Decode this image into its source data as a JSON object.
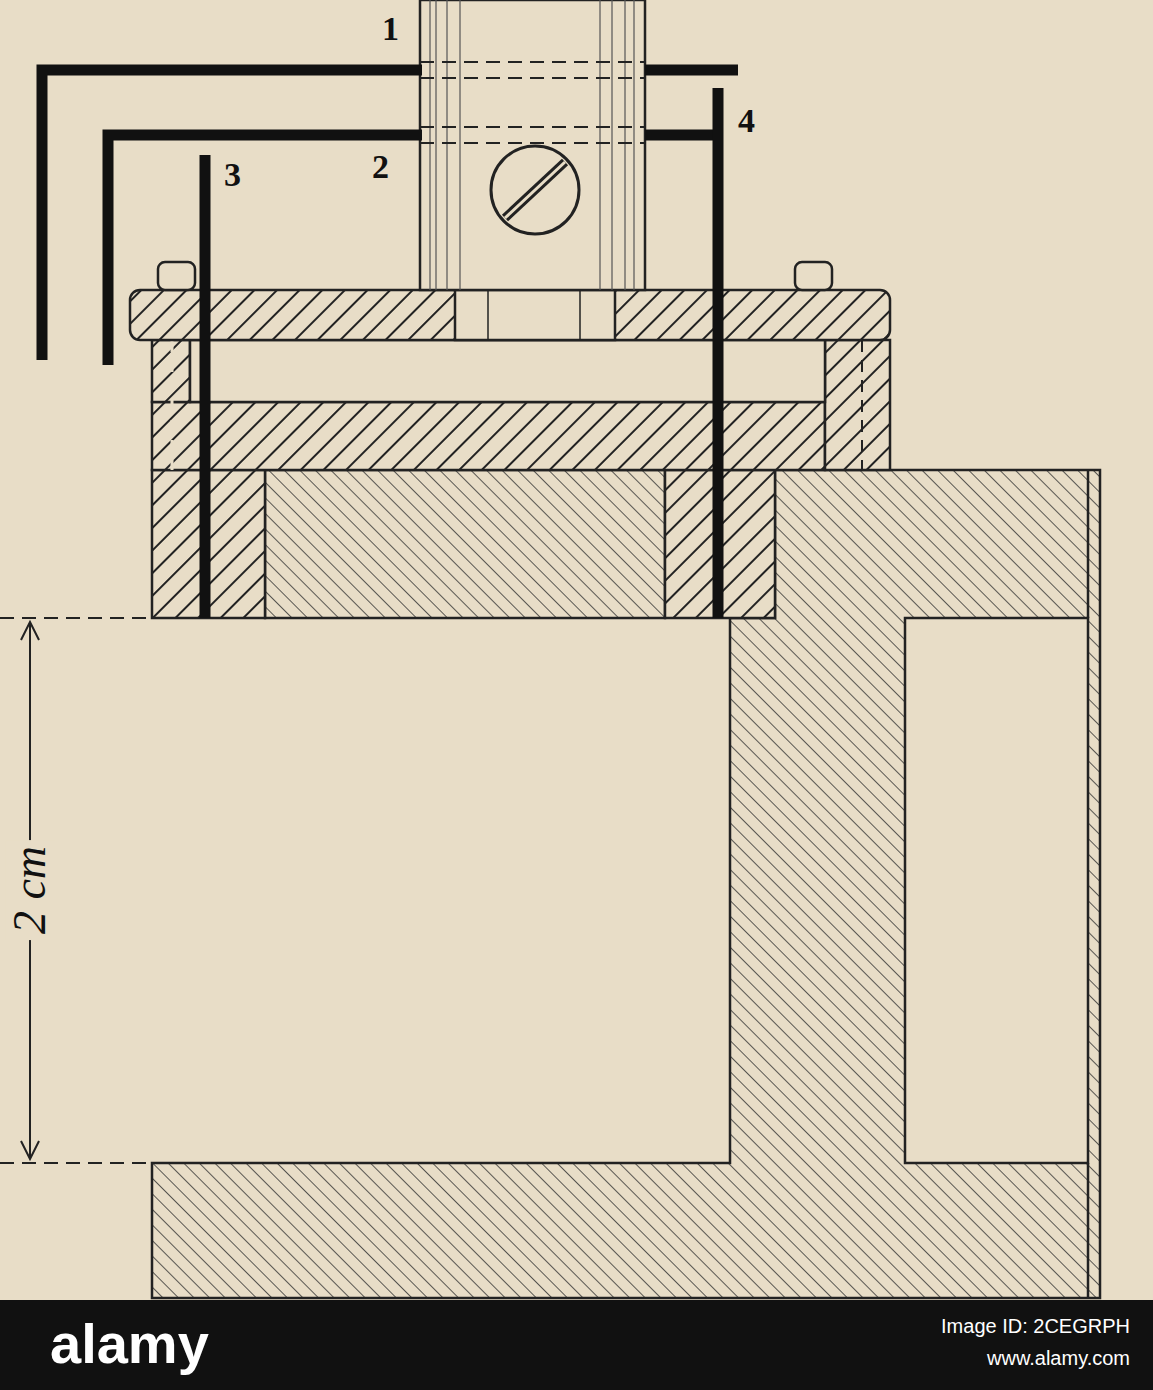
{
  "diagram": {
    "labels": [
      "1",
      "2",
      "3",
      "4",
      "2 cm",
      "alamy",
      "Image ID: 2CEGRPH",
      "www.alamy.com"
    ]
  }
}
